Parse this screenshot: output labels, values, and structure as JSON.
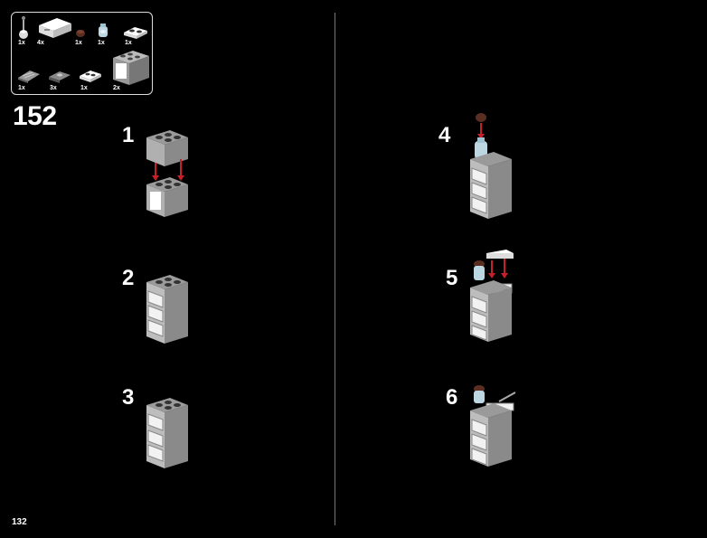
{
  "parts_list": {
    "items": [
      {
        "qty": "1x",
        "icon": "antenna-piece-icon"
      },
      {
        "qty": "4x",
        "icon": "drawer-piece-icon"
      },
      {
        "qty": "1x",
        "icon": "round-brown-cap-icon"
      },
      {
        "qty": "1x",
        "icon": "trans-clear-bottle-icon"
      },
      {
        "qty": "1x",
        "icon": "white-plate-1x2-icon"
      },
      {
        "qty": "1x",
        "icon": "gray-tile-icon"
      },
      {
        "qty": "3x",
        "icon": "gray-jumper-plate-icon"
      },
      {
        "qty": "1x",
        "icon": "white-plate-with-studs-icon"
      },
      {
        "qty": "2x",
        "icon": "gray-cabinet-frame-icon"
      }
    ]
  },
  "set_number": "152",
  "steps": [
    {
      "number": "1",
      "icon": "stack-two-frames-illustration"
    },
    {
      "number": "2",
      "icon": "cabinet-with-drawers-illustration"
    },
    {
      "number": "3",
      "icon": "cabinet-with-top-illustration"
    },
    {
      "number": "4",
      "icon": "add-bottle-cap-illustration"
    },
    {
      "number": "5",
      "icon": "add-plate-illustration"
    },
    {
      "number": "6",
      "icon": "add-antenna-illustration"
    }
  ],
  "page_number": "132",
  "colors": {
    "background": "#000000",
    "brick_gray": "#a0a0a0",
    "drawer_white": "#f2f2f2",
    "arrow_red": "#c8202a",
    "divider": "#777777"
  }
}
